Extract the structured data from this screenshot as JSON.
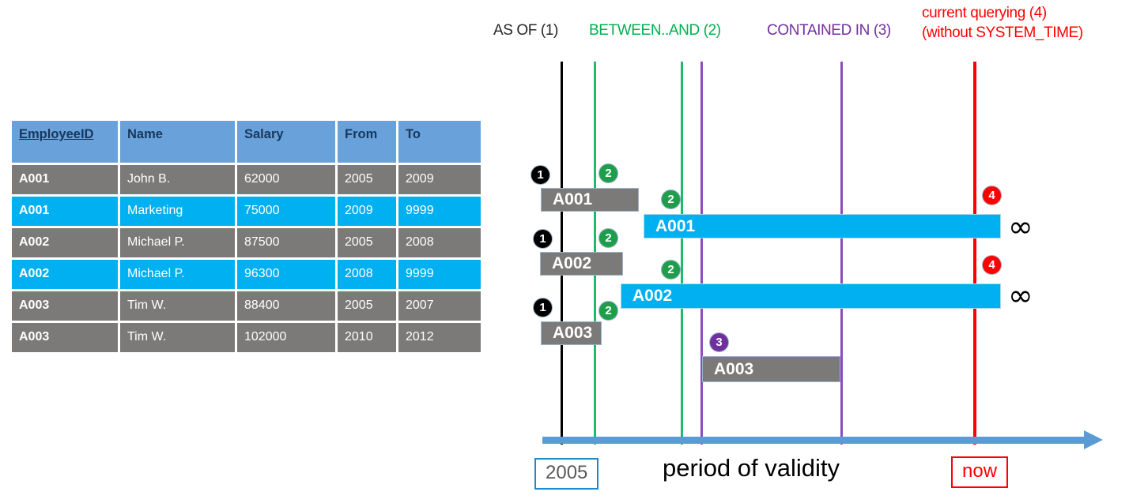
{
  "table": {
    "columns": [
      "EmployeeID",
      "Name",
      "Salary",
      "From",
      "To"
    ],
    "rows": [
      {
        "id": "A001",
        "name": "John  B.",
        "salary": "62000",
        "from": "2005",
        "to": "2009",
        "style": "gray"
      },
      {
        "id": "A001",
        "name": "Marketing",
        "salary": "75000",
        "from": "2009",
        "to": "9999",
        "style": "blue"
      },
      {
        "id": "A002",
        "name": "Michael P.",
        "salary": "87500",
        "from": "2005",
        "to": "2008",
        "style": "gray"
      },
      {
        "id": "A002",
        "name": "Michael P.",
        "salary": "96300",
        "from": "2008",
        "to": "9999",
        "style": "blue"
      },
      {
        "id": "A003",
        "name": "Tim W.",
        "salary": "88400",
        "from": "2005",
        "to": "2007",
        "style": "gray"
      },
      {
        "id": "A003",
        "name": "Tim W.",
        "salary": "102000",
        "from": "2010",
        "to": "2012",
        "style": "gray"
      }
    ]
  },
  "diagram": {
    "legend": {
      "as_of": "AS OF (1)",
      "between_and": "BETWEEN..AND (2)",
      "contained_in": "CONTAINED IN (3)",
      "current_line1": "current querying (4)",
      "current_line2": "(without SYSTEM_TIME)"
    },
    "bars": {
      "a001_gray": "A001",
      "a001_blue": "A001",
      "a002_gray": "A002",
      "a002_blue": "A002",
      "a003_gray1": "A003",
      "a003_gray2": "A003"
    },
    "badges": {
      "one": "1",
      "two": "2",
      "three": "3",
      "four": "4"
    },
    "infinity_symbol": "∞",
    "axis": {
      "start_label": "2005",
      "end_label": "now",
      "title": "period of validity"
    },
    "colors": {
      "as_of": "#000000",
      "between_and": "#00B050",
      "contained_in": "#7030A0",
      "current": "#FF0000",
      "axis": "#5B9BD5",
      "bar_gray": "#7C7A79",
      "bar_blue": "#00B0F0",
      "header_blue": "#69A2DA"
    }
  }
}
